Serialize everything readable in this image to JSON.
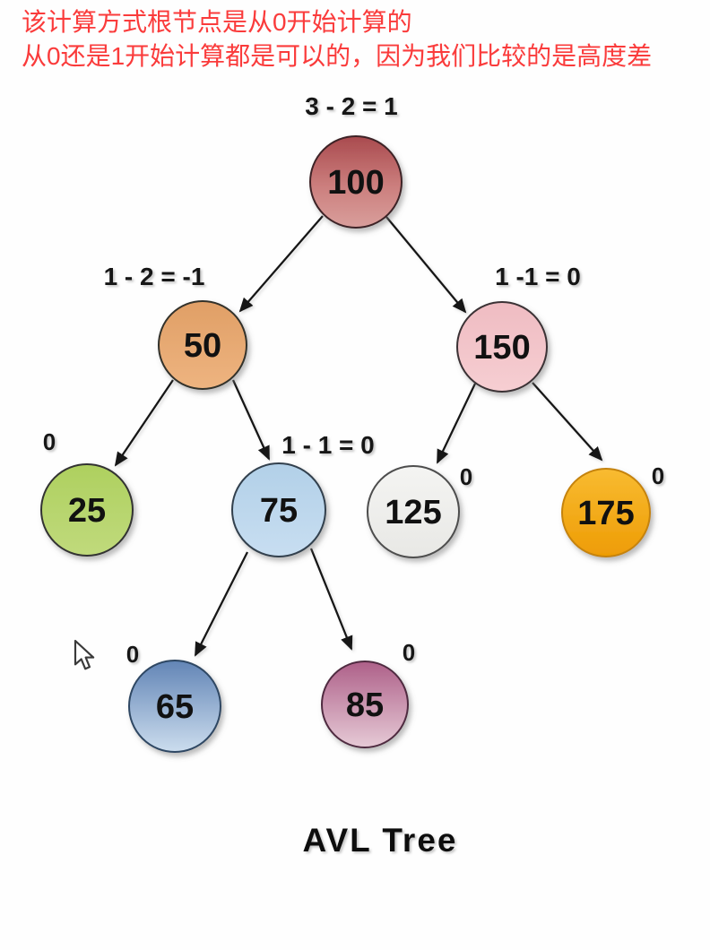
{
  "annotation": {
    "lines": [
      "该计算方式根节点是从0开始计算的",
      "从0还是1开始计算都是可以的，因为我们比较的是高度差"
    ],
    "color": "#fa3b3b"
  },
  "diagram": {
    "caption": "AVL Tree",
    "nodes": [
      {
        "value": "100",
        "balance": "3 - 2 = 1",
        "color_top": "#a94a4e",
        "color_bottom": "#d99f9c"
      },
      {
        "value": "50",
        "balance": "1 - 2 = -1",
        "color_top": "#e09f66",
        "color_bottom": "#eeb480"
      },
      {
        "value": "150",
        "balance": "1 -1 = 0",
        "color_top": "#efbcc2",
        "color_bottom": "#f6ced2"
      },
      {
        "value": "25",
        "balance": "0",
        "color_top": "#aed05f",
        "color_bottom": "#c0da7c"
      },
      {
        "value": "75",
        "balance": "1 - 1 = 0",
        "color_top": "#b2d0e8",
        "color_bottom": "#c8def1"
      },
      {
        "value": "125",
        "balance": "0",
        "color_top": "#f4f4f2",
        "color_bottom": "#e8e8e5"
      },
      {
        "value": "175",
        "balance": "0",
        "color_top": "#f8bb31",
        "color_bottom": "#ee9c05"
      },
      {
        "value": "65",
        "balance": "0",
        "color_top": "#6285b6",
        "color_bottom": "#ccdDee"
      },
      {
        "value": "85",
        "balance": "0",
        "color_top": "#ae6089",
        "color_bottom": "#e6cad6"
      }
    ],
    "edges": [
      {
        "from": "100",
        "to": "50"
      },
      {
        "from": "100",
        "to": "150"
      },
      {
        "from": "50",
        "to": "25"
      },
      {
        "from": "50",
        "to": "75"
      },
      {
        "from": "150",
        "to": "125"
      },
      {
        "from": "150",
        "to": "175"
      },
      {
        "from": "75",
        "to": "65"
      },
      {
        "from": "75",
        "to": "85"
      }
    ]
  },
  "cursor": {
    "icon": "arrow-pointer"
  }
}
